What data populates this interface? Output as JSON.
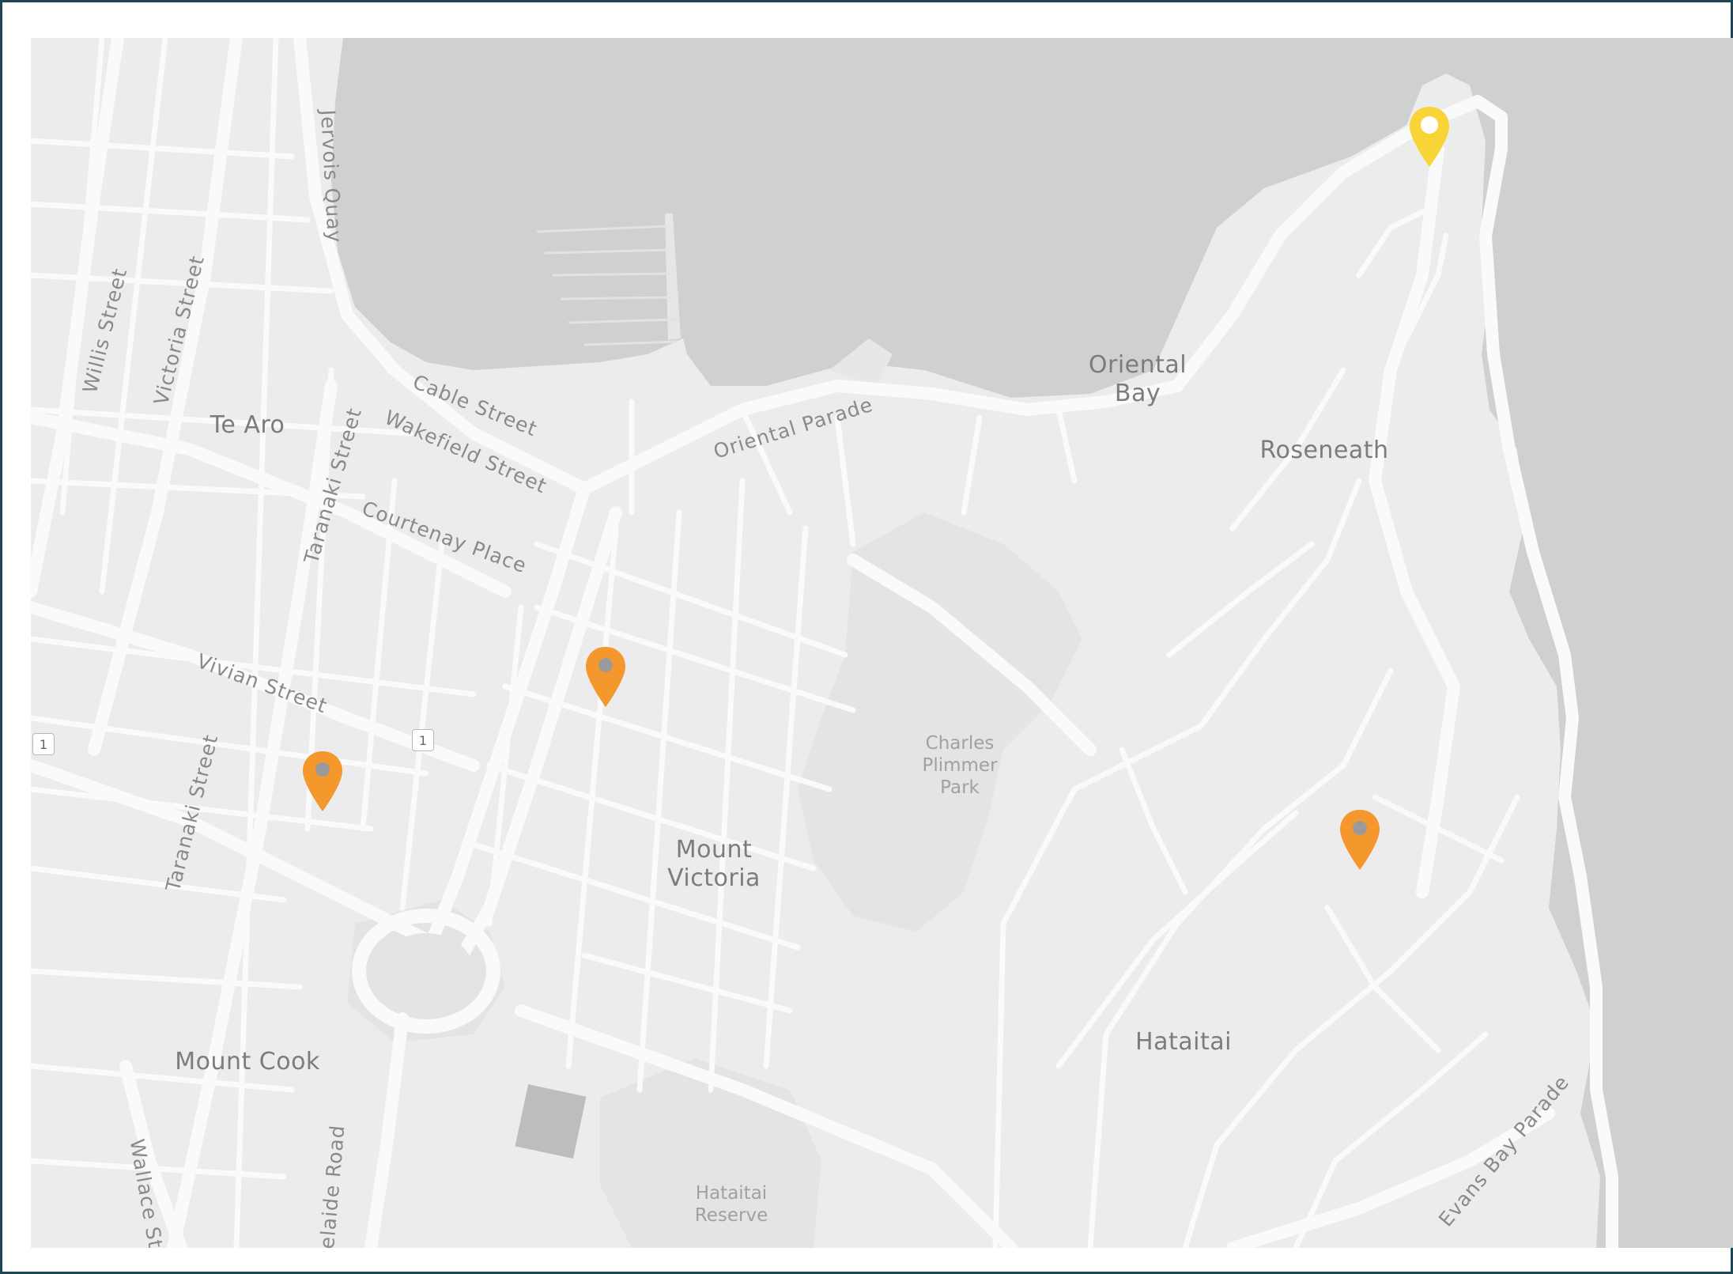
{
  "map": {
    "colors": {
      "land": "#ececec",
      "water": "#cfd1d1",
      "park": "#e3e4e3",
      "road": "#fafafa",
      "frame": "#1f4656",
      "marker_selected": "#f9d436",
      "marker_default": "#f4972c"
    },
    "place_labels": [
      {
        "id": "te-aro",
        "text": "Te Aro"
      },
      {
        "id": "oriental-bay",
        "text": "Oriental\nBay"
      },
      {
        "id": "roseneath",
        "text": "Roseneath"
      },
      {
        "id": "mount-victoria",
        "text": "Mount\nVictoria"
      },
      {
        "id": "mount-cook",
        "text": "Mount Cook"
      },
      {
        "id": "hataitai",
        "text": "Hataitai"
      }
    ],
    "park_labels": [
      {
        "id": "charles-plimmer-park",
        "text": "Charles\nPlimmer\nPark"
      },
      {
        "id": "hataitai-reserve",
        "text": "Hataitai\nReserve"
      }
    ],
    "street_labels": [
      {
        "id": "willis-street",
        "text": "Willis Street"
      },
      {
        "id": "victoria-street",
        "text": "Victoria Street"
      },
      {
        "id": "jervois-quay",
        "text": "Jervois Quay"
      },
      {
        "id": "cable-street",
        "text": "Cable Street"
      },
      {
        "id": "wakefield-street",
        "text": "Wakefield Street"
      },
      {
        "id": "taranaki-street-north",
        "text": "Taranaki Street"
      },
      {
        "id": "courtenay-place",
        "text": "Courtenay Place"
      },
      {
        "id": "oriental-parade",
        "text": "Oriental Parade"
      },
      {
        "id": "vivian-street",
        "text": "Vivian Street"
      },
      {
        "id": "taranaki-street-south",
        "text": "Taranaki Street"
      },
      {
        "id": "wallace-street",
        "text": "Wallace St"
      },
      {
        "id": "adelaide-road",
        "text": "elaide Road"
      },
      {
        "id": "evans-bay-parade",
        "text": "Evans Bay Parade"
      }
    ],
    "route_shields": [
      {
        "id": "sh1-west",
        "text": "1"
      },
      {
        "id": "sh1-vivian",
        "text": "1"
      }
    ],
    "markers": [
      {
        "id": "marker-roseneath-point",
        "state": "selected"
      },
      {
        "id": "marker-mount-victoria",
        "state": "default"
      },
      {
        "id": "marker-te-aro",
        "state": "default"
      },
      {
        "id": "marker-hataitai",
        "state": "default"
      }
    ]
  }
}
